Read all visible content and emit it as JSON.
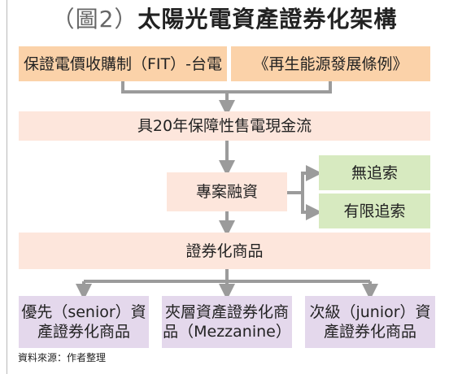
{
  "title": {
    "paren_open": "（",
    "number": "圖2",
    "paren_close": "）",
    "text": "太陽光電資產證券化架構"
  },
  "nodes": {
    "fit": "保證電價收購制（FIT）-台電",
    "regulation": "《再生能源發展條例》",
    "cashflow": "具20年保障性售電現金流",
    "project_finance": "專案融資",
    "non_recourse": "無追索",
    "limited_recourse": "有限追索",
    "securitized_product": "證券化商品",
    "senior_line1": "優先（senior）資",
    "senior_line2": "產證券化商品",
    "mezzanine_line1": "夾層資產證券化商",
    "mezzanine_line2": "品（Mezzanine）",
    "junior_line1": "次級（junior）資",
    "junior_line2": "產證券化商品"
  },
  "source": "資料來源：作者整理",
  "colors": {
    "orange": "#fbd2a9",
    "pink": "#fde6dc",
    "green": "#d7eac0",
    "purple": "#e4d8ec",
    "connector": "#9b9b9b"
  }
}
